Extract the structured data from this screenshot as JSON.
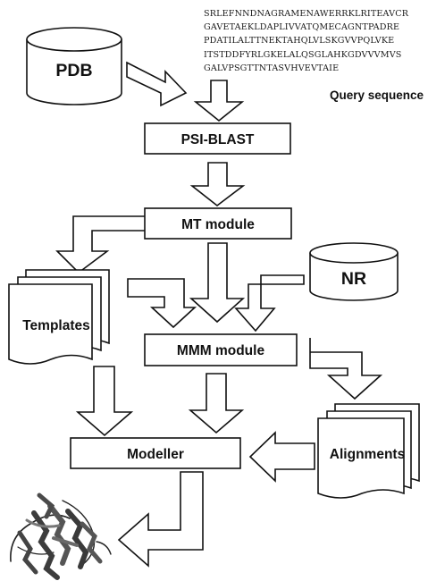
{
  "query": {
    "label": "Query sequence",
    "lines": [
      "SRLEFNNDNAGRAMENAWERRKLRITEAVCR",
      "GAVETAEKLDAPLIVVATQMECAGNTPADRE",
      "PDATILALTTNEKTAHQLVLSKGVVPQLVKE",
      "ITSTDDFYRLGKELALQSGLAHKGDVVVMVS",
      "GALVPSGTTNTASVHVEVTAIE"
    ]
  },
  "databases": {
    "pdb": "PDB",
    "nr": "NR"
  },
  "modules": {
    "psiblast": "PSI-BLAST",
    "mt": "MT module",
    "mmm": "MMM module",
    "modeller": "Modeller"
  },
  "documents": {
    "templates": "Templates",
    "alignments": "Alignments"
  },
  "output": {
    "icon": "protein-structure-icon"
  },
  "colors": {
    "stroke": "#111111",
    "fill": "#ffffff",
    "text": "#111111",
    "protein": "#4a4a4a"
  }
}
